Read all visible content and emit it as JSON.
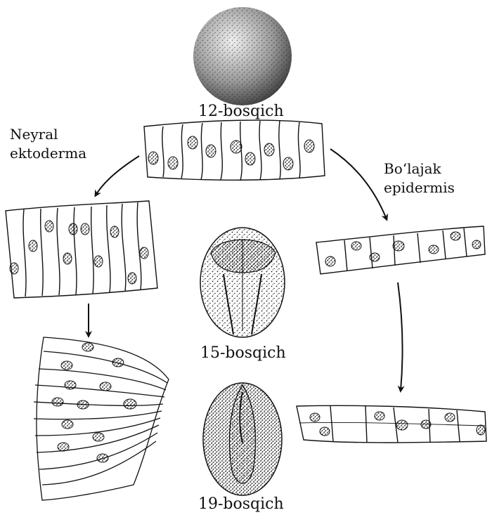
{
  "labels": {
    "stage_12": "12-bosqich",
    "stage_15": "15-bosqich",
    "stage_19": "19-bosqich",
    "neural_line1": "Neyral",
    "neural_line2": "ektoderma",
    "epidermis_line1": "Bo‘lajak",
    "epidermis_line2": "epidermis"
  },
  "colors": {
    "ink": "#111111",
    "background": "#ffffff"
  }
}
